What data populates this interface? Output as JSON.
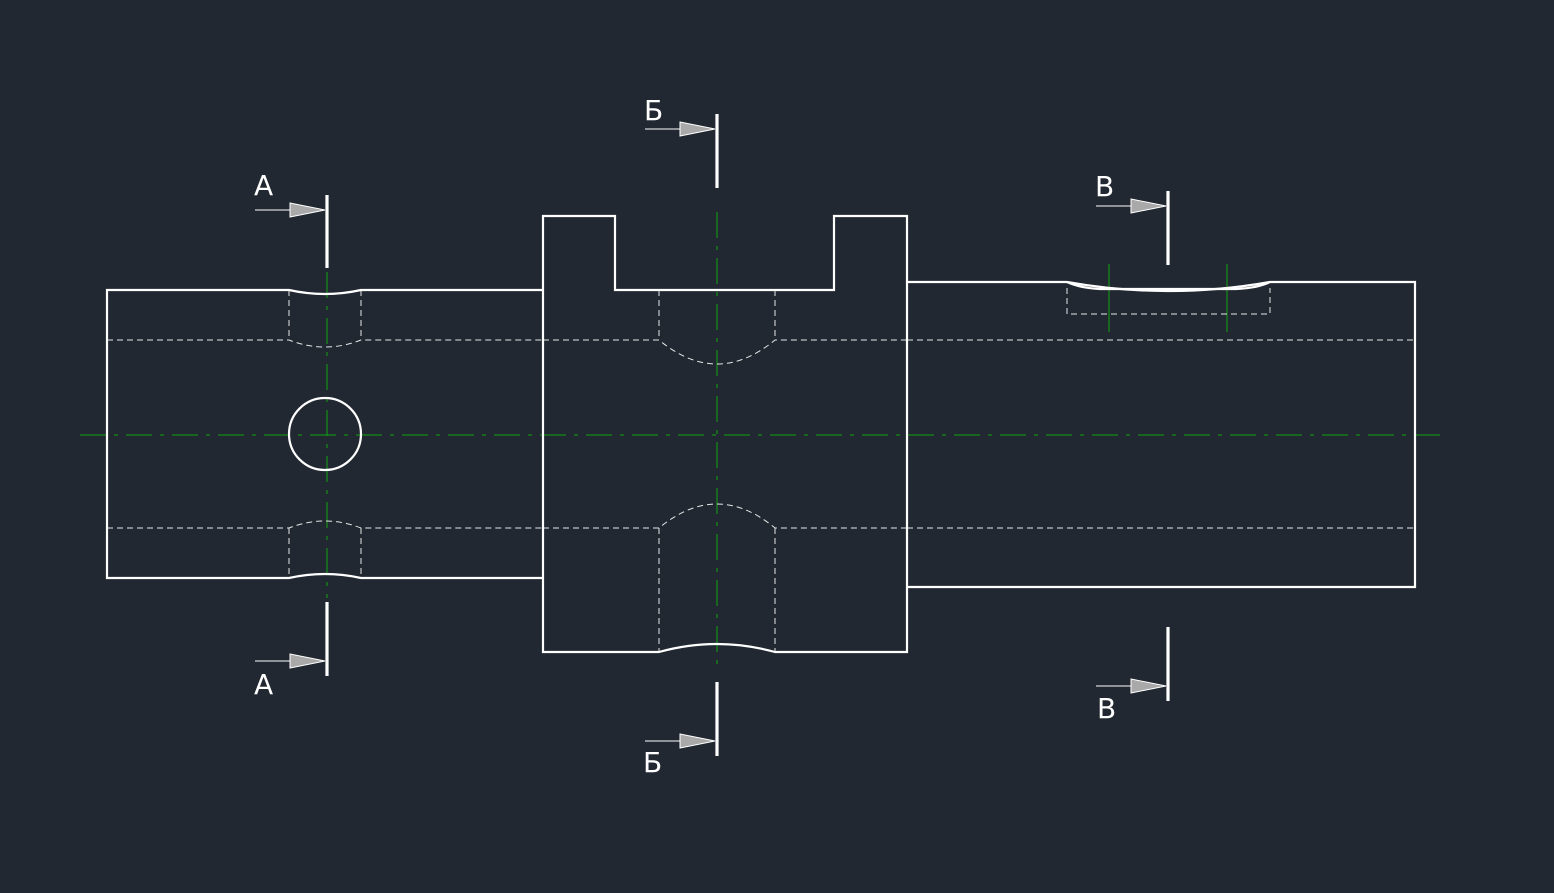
{
  "drawing": {
    "colors": {
      "background": "#212831",
      "outline": "#ffffff",
      "hidden_lines": "#e6e6e6",
      "center_lines": "#0fa30f",
      "arrow_fill": "#a9a9a9"
    },
    "section_labels": {
      "a_top": "А",
      "a_bottom": "А",
      "b_top": "Б",
      "b_bottom": "Б",
      "v_top": "В",
      "v_bottom": "В"
    }
  }
}
